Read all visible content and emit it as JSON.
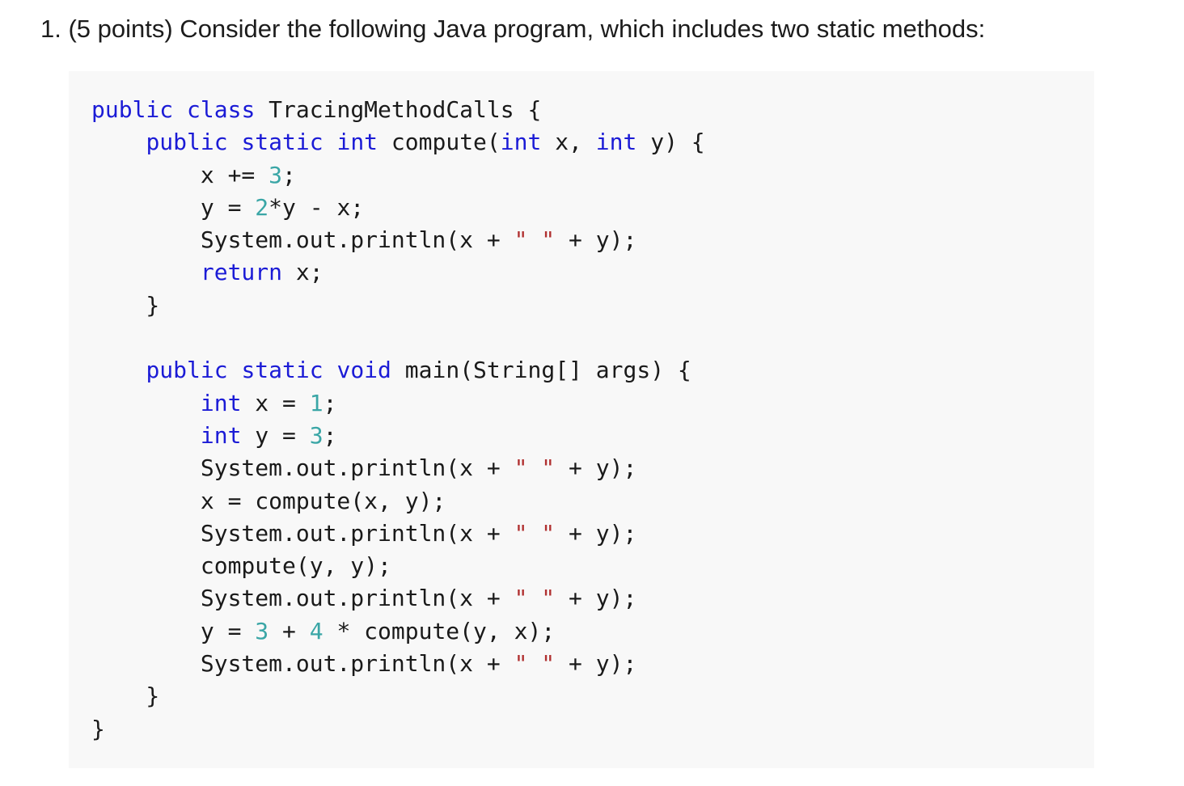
{
  "question": {
    "text": "1. (5 points) Consider the following Java program, which includes two static methods:"
  },
  "code": {
    "lines": [
      [
        {
          "t": "public",
          "c": "kw"
        },
        {
          "t": " "
        },
        {
          "t": "class",
          "c": "kw"
        },
        {
          "t": " TracingMethodCalls {"
        }
      ],
      [
        {
          "t": "    "
        },
        {
          "t": "public",
          "c": "kw"
        },
        {
          "t": " "
        },
        {
          "t": "static",
          "c": "kw"
        },
        {
          "t": " "
        },
        {
          "t": "int",
          "c": "kw"
        },
        {
          "t": " compute("
        },
        {
          "t": "int",
          "c": "kw"
        },
        {
          "t": " x, "
        },
        {
          "t": "int",
          "c": "kw"
        },
        {
          "t": " y) {"
        }
      ],
      [
        {
          "t": "        x += "
        },
        {
          "t": "3",
          "c": "num"
        },
        {
          "t": ";"
        }
      ],
      [
        {
          "t": "        y = "
        },
        {
          "t": "2",
          "c": "num"
        },
        {
          "t": "*y - x;"
        }
      ],
      [
        {
          "t": "        System.out.println(x + "
        },
        {
          "t": "\" \"",
          "c": "str"
        },
        {
          "t": " + y);"
        }
      ],
      [
        {
          "t": "        "
        },
        {
          "t": "return",
          "c": "kw"
        },
        {
          "t": " x;"
        }
      ],
      [
        {
          "t": "    }"
        }
      ],
      [
        {
          "t": ""
        }
      ],
      [
        {
          "t": "    "
        },
        {
          "t": "public",
          "c": "kw"
        },
        {
          "t": " "
        },
        {
          "t": "static",
          "c": "kw"
        },
        {
          "t": " "
        },
        {
          "t": "void",
          "c": "kw"
        },
        {
          "t": " main(String[] args) {"
        }
      ],
      [
        {
          "t": "        "
        },
        {
          "t": "int",
          "c": "kw"
        },
        {
          "t": " x = "
        },
        {
          "t": "1",
          "c": "num"
        },
        {
          "t": ";"
        }
      ],
      [
        {
          "t": "        "
        },
        {
          "t": "int",
          "c": "kw"
        },
        {
          "t": " y = "
        },
        {
          "t": "3",
          "c": "num"
        },
        {
          "t": ";"
        }
      ],
      [
        {
          "t": "        System.out.println(x + "
        },
        {
          "t": "\" \"",
          "c": "str"
        },
        {
          "t": " + y);"
        }
      ],
      [
        {
          "t": "        x = compute(x, y);"
        }
      ],
      [
        {
          "t": "        System.out.println(x + "
        },
        {
          "t": "\" \"",
          "c": "str"
        },
        {
          "t": " + y);"
        }
      ],
      [
        {
          "t": "        compute(y, y);"
        }
      ],
      [
        {
          "t": "        System.out.println(x + "
        },
        {
          "t": "\" \"",
          "c": "str"
        },
        {
          "t": " + y);"
        }
      ],
      [
        {
          "t": "        y = "
        },
        {
          "t": "3",
          "c": "num"
        },
        {
          "t": " + "
        },
        {
          "t": "4",
          "c": "num"
        },
        {
          "t": " * compute(y, x);"
        }
      ],
      [
        {
          "t": "        System.out.println(x + "
        },
        {
          "t": "\" \"",
          "c": "str"
        },
        {
          "t": " + y);"
        }
      ],
      [
        {
          "t": "    }"
        }
      ],
      [
        {
          "t": "}"
        }
      ]
    ]
  }
}
